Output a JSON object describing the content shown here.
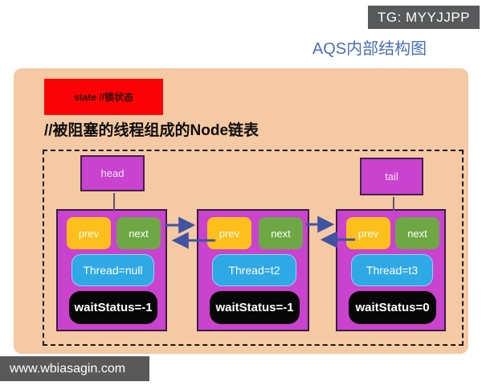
{
  "header": {
    "badge": "TG: MYYJJPP",
    "title": "AQS内部结构图"
  },
  "diagram": {
    "state_label": "state //锁状态",
    "list_label": "//被阻塞的线程组成的Node链表",
    "head_label": "head",
    "tail_label": "tail",
    "nodes": [
      {
        "prev": "prev",
        "next": "next",
        "thread": "Thread=null",
        "wait_status": "waitStatus=-1"
      },
      {
        "prev": "prev",
        "next": "next",
        "thread": "Thread=t2",
        "wait_status": "waitStatus=-1"
      },
      {
        "prev": "prev",
        "next": "next",
        "thread": "Thread=t3",
        "wait_status": "waitStatus=0"
      }
    ],
    "colors": {
      "canvas_bg": "#f5c9a3",
      "state_bg": "#fb0306",
      "node_bg": "#c943ce",
      "prev_bg": "#fcbf1b",
      "next_bg": "#6ea844",
      "thread_bg": "#2fa8e6",
      "wait_bg": "#0a0a0a",
      "arrow": "#4053a3",
      "title_text": "#4a6fb4",
      "badge_bg": "#58595b"
    }
  },
  "footer": {
    "watermark": "www.wbiasagin.com"
  }
}
